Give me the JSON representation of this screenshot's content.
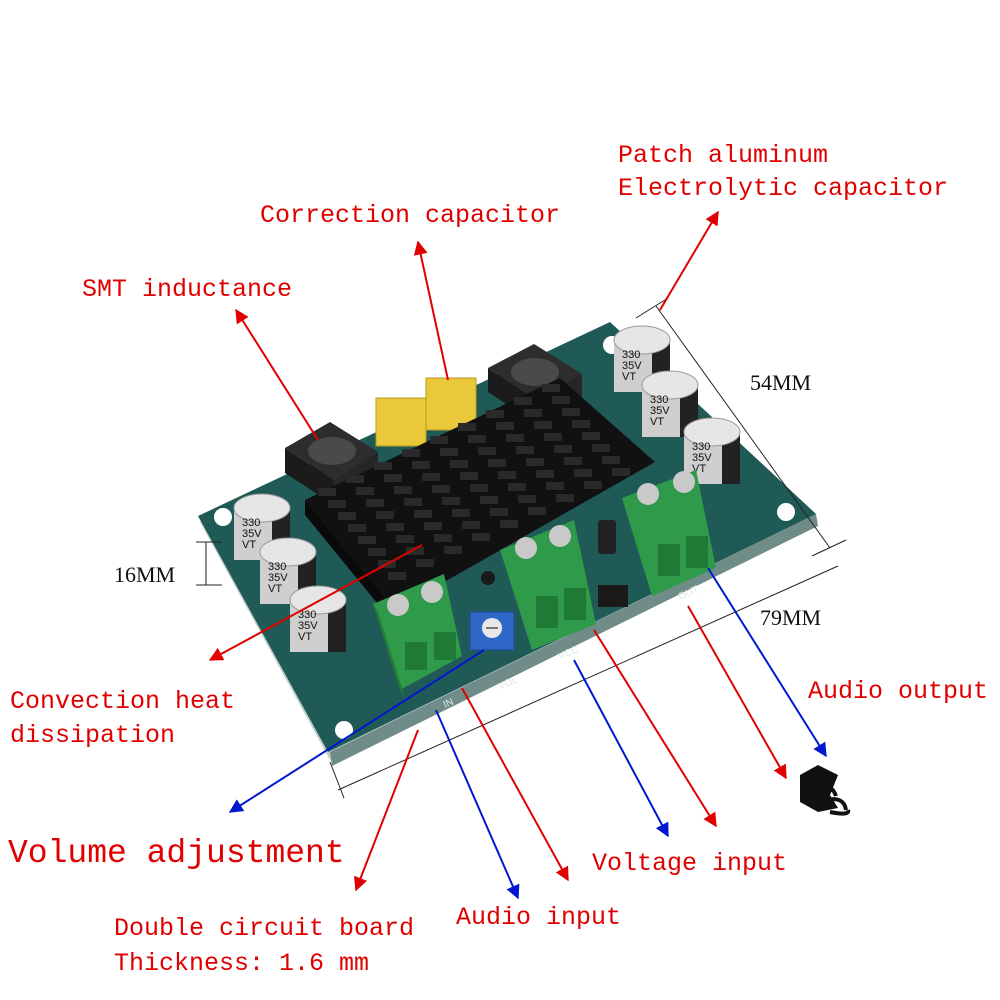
{
  "labels": {
    "patch_aluminum_line1": "Patch aluminum",
    "patch_aluminum_line2": "Electrolytic capacitor",
    "correction_capacitor": "Correction capacitor",
    "smt_inductance": "SMT inductance",
    "convection_line1": "Convection heat",
    "convection_line2": "dissipation",
    "volume_adjustment": "Volume adjustment",
    "double_board_line1": "Double circuit board",
    "double_board_line2": "Thickness: 1.6 mm",
    "audio_input": "Audio input",
    "voltage_input": "Voltage input",
    "audio_output": "Audio output"
  },
  "dimensions": {
    "height": "54MM",
    "length": "79MM",
    "depth": "16MM"
  },
  "board": {
    "capacitor_value": "330",
    "capacitor_voltage": "35V",
    "capacitor_series": "VT",
    "silk_in": "IN",
    "silk_vol": "VOL",
    "silk_vcc": "VCC",
    "silk_out": "OUT"
  },
  "icons": {
    "speaker": "speaker-icon"
  },
  "colors": {
    "label_red": "#e00000",
    "arrow_red": "#e00000",
    "arrow_blue": "#0018d0",
    "board_green": "#1f5a57",
    "terminal_green": "#2f9a4a",
    "heatsink": "#1a1a1a"
  }
}
